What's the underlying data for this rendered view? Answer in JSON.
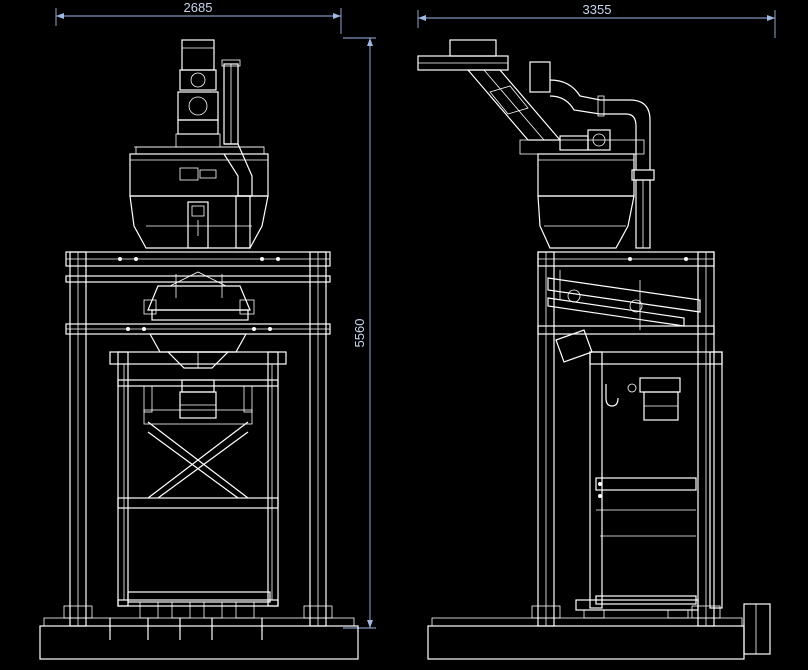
{
  "front_view": {
    "width_label": "2685",
    "height_label": "5560"
  },
  "side_view": {
    "width_label": "3355"
  },
  "colors": {
    "background": "#000000",
    "lines": "#ffffff",
    "dimension": "#9fb8e6"
  }
}
